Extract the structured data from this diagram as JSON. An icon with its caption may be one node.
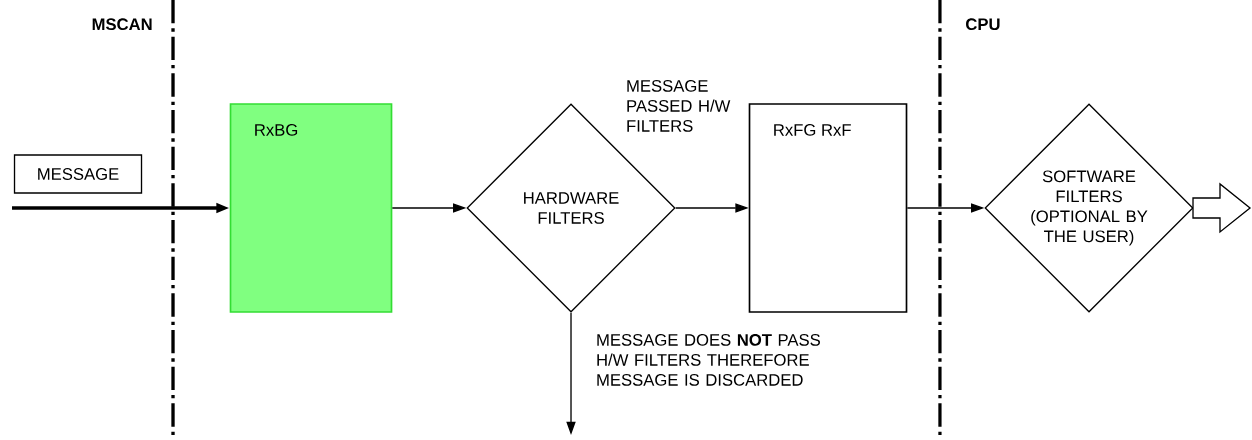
{
  "diagram": {
    "nodes": [
      {
        "text": [
          "MESSAGE"
        ]
      },
      {
        "text": [
          "RxBG"
        ]
      },
      {
        "text": [
          "HARDWARE FILTERS"
        ]
      },
      {
        "text": [
          "RxFG RxF"
        ]
      },
      {
        "text": [
          "SOFTWARE FILTERS (OPTIONAL BY THE USER)"
        ]
      }
    ],
    "edges": [
      {
        "from": null,
        "to": 1,
        "arrow": "to",
        "style": "thick"
      },
      {
        "from": 1,
        "to": 2,
        "arrow": "to"
      },
      {
        "from": 2,
        "to": 3,
        "arrow": "to",
        "label": "MESSAGE PASSED H/W FILTERS"
      },
      {
        "from": 3,
        "to": 4,
        "arrow": "to"
      },
      {
        "from": 4,
        "to": null,
        "arrow": "to"
      },
      {
        "from": 2,
        "to": null,
        "arrow": "to",
        "label": "MESSAGE DOES **NOT** PASS H/W FILTERS THEREFORE MESSAGE IS DISCARDED"
      }
    ],
    "labels": [
      "MSCAN",
      "CPU"
    ]
  }
}
